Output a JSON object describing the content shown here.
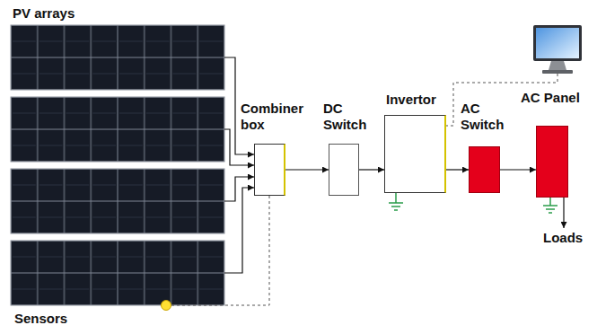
{
  "diagram": {
    "nodes": [
      {
        "text": [
          "PV arrays"
        ]
      },
      {
        "text": [
          "Combiner box"
        ]
      },
      {
        "text": [
          "DC Switch"
        ]
      },
      {
        "text": [
          "Invertor"
        ]
      },
      {
        "text": [
          "AC Switch"
        ]
      },
      {
        "text": [
          "AC Panel"
        ]
      },
      {
        "text": [
          "Loads"
        ]
      },
      {
        "text": [
          "Sensors"
        ]
      }
    ],
    "edges": [
      {
        "from": 0,
        "to": 1,
        "arrow": "to"
      },
      {
        "from": 0,
        "to": 1,
        "arrow": "to"
      },
      {
        "from": 0,
        "to": 1,
        "arrow": "to"
      },
      {
        "from": 0,
        "to": 1,
        "arrow": "to"
      },
      {
        "from": 1,
        "to": 2,
        "arrow": "to"
      },
      {
        "from": 2,
        "to": 3,
        "arrow": "to"
      },
      {
        "from": 3,
        "to": 4,
        "arrow": "to"
      },
      {
        "from": 4,
        "to": 5,
        "arrow": "to"
      },
      {
        "from": 5,
        "to": 6,
        "arrow": "to"
      },
      {
        "from": 7,
        "to": 1,
        "arrow": "none"
      }
    ]
  }
}
